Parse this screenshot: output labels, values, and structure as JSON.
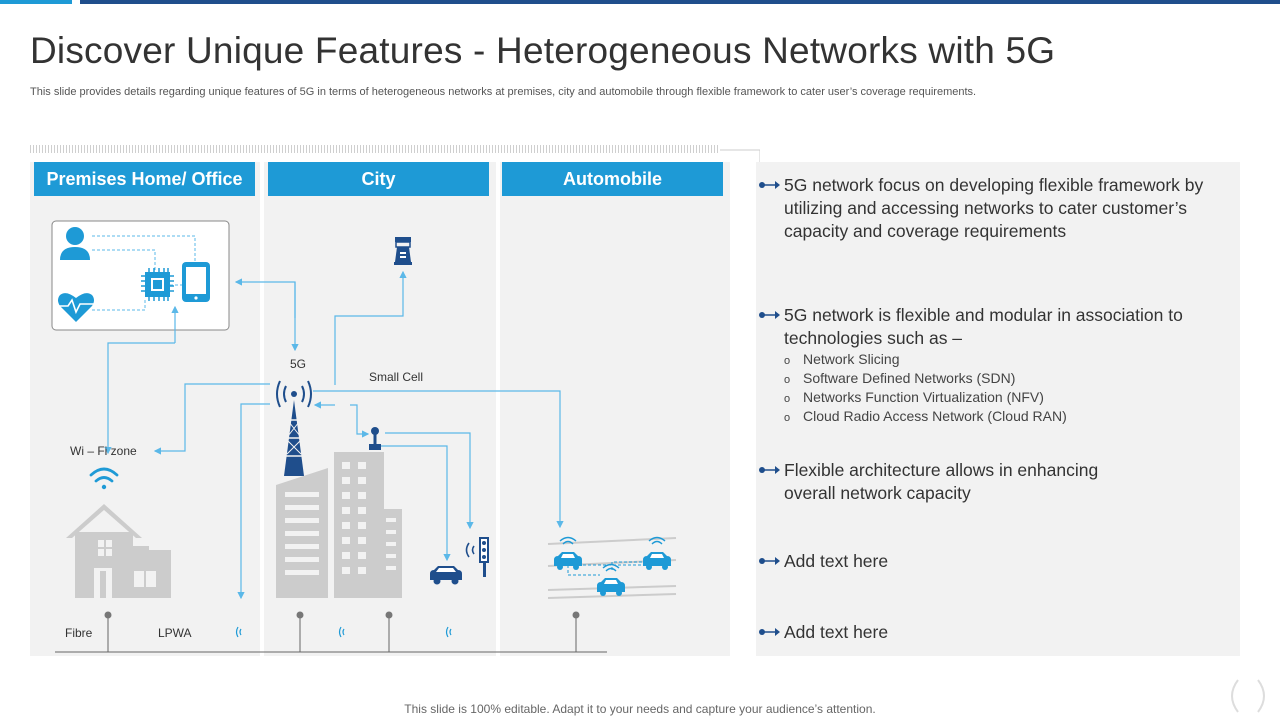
{
  "title": "Discover Unique Features - Heterogeneous Networks with 5G",
  "subtitle": "This slide provides details regarding unique features of 5G in terms of heterogeneous networks at premises, city and automobile through flexible framework to cater user’s coverage requirements.",
  "columns": [
    {
      "label": "Premises Home/ Office"
    },
    {
      "label": "City"
    },
    {
      "label": "Automobile"
    }
  ],
  "diagram_labels": {
    "fiveg": "5G",
    "small_cell": "Small Cell",
    "wifi_zone": "Wi – Fi zone",
    "fibre": "Fibre",
    "lpwa": "LPWA"
  },
  "bullets": [
    {
      "text": "5G network focus on developing flexible framework by utilizing and accessing networks to cater customer’s capacity and coverage requirements",
      "lines": [
        "5G network focus on developing flexible framework by",
        "utilizing and accessing networks to cater customer’s",
        "capacity and coverage requirements"
      ]
    },
    {
      "text": "5G network is flexible and modular in association to technologies such as –",
      "lines": [
        "5G network is flexible and modular in association to",
        "technologies such as –"
      ],
      "subitems": [
        "Network Slicing",
        "Software Defined Networks (SDN)",
        "Networks Function Virtualization (NFV)",
        "Cloud Radio Access Network (Cloud RAN)"
      ]
    },
    {
      "text": "Flexible architecture allows in enhancing overall network capacity",
      "lines": [
        "Flexible architecture allows in enhancing",
        "overall network capacity"
      ]
    },
    {
      "text": "Add text here",
      "lines": [
        "Add text here"
      ]
    },
    {
      "text": "Add text here",
      "lines": [
        "Add text here"
      ]
    }
  ],
  "footer": "This slide is 100% editable. Adapt it to your needs and capture your audience’s attention.",
  "colors": {
    "accent": "#1e9ad6",
    "dark_blue": "#1f4e8c",
    "arrow_line": "#5bb8e8",
    "building_gray": "#cfcfcf",
    "panel_bg": "#f2f2f2"
  },
  "icons": [
    "user-icon",
    "heart-pulse-icon",
    "chip-icon",
    "smartphone-icon",
    "antenna-tower-icon",
    "lighthouse-icon",
    "small-cell-icon",
    "wifi-icon",
    "house-icon",
    "building-icon",
    "car-icon",
    "traffic-light-icon",
    "connected-cars-icon",
    "signal-icon",
    "arrow-bullet-icon"
  ]
}
